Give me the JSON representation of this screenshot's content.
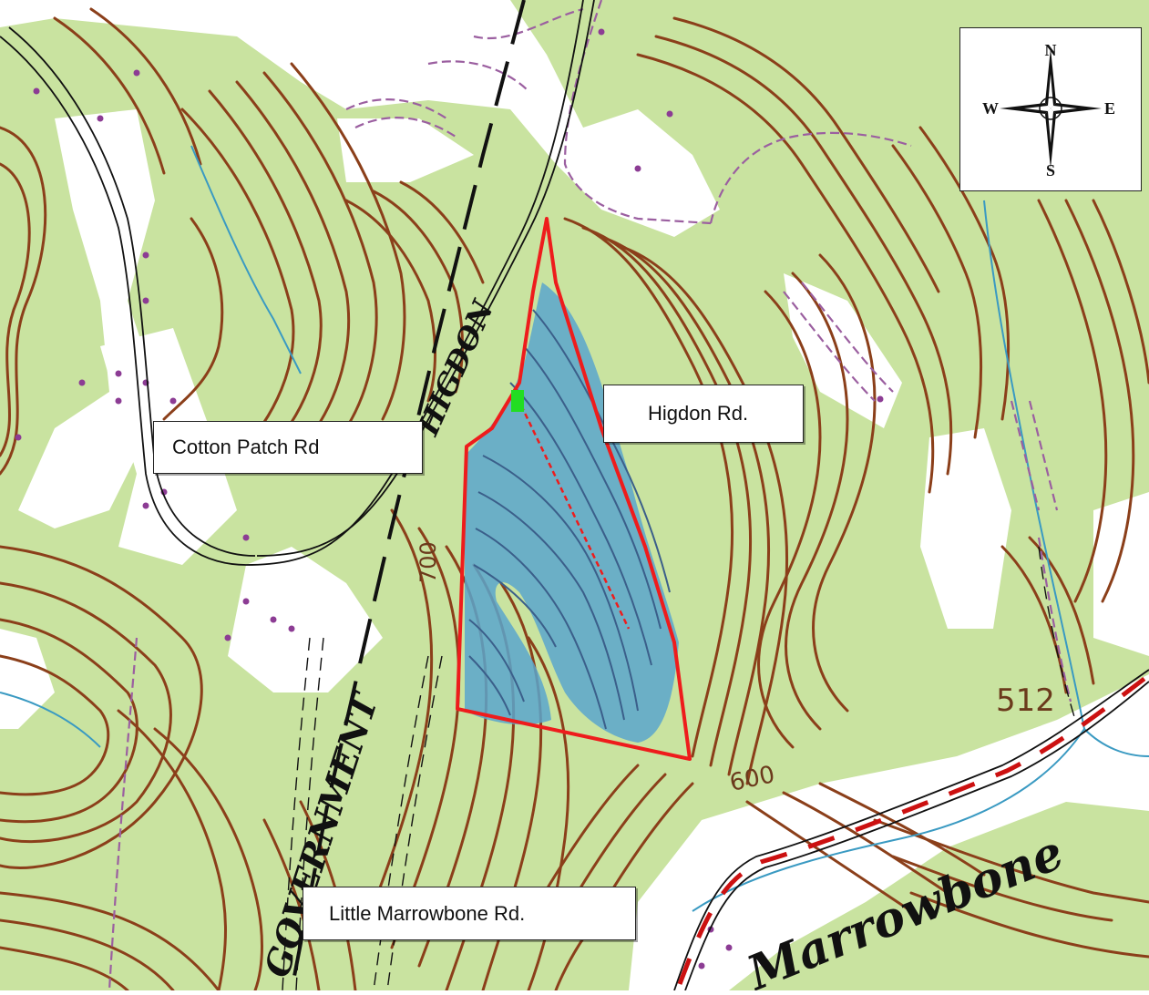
{
  "map": {
    "colors": {
      "forest_green": "#c9e3a0",
      "contour_brown": "#8b3f1a",
      "road_purple": "#9b5fa0",
      "stream_blue": "#3a9ac2",
      "property_red": "#ee1c1c",
      "pond_blue": "#5aa6cc",
      "marker_green": "#22dd22"
    },
    "labels": {
      "higdon_rd": "Higdon Rd.",
      "cotton_patch_rd": "Cotton Patch Rd",
      "little_marrowbone_rd": "Little Marrowbone  Rd."
    },
    "map_text": {
      "government": "GOVERNMENT",
      "higdon": "HIGDON",
      "marrowbone": "Marrowbone",
      "route_512": "512",
      "contour_600": "600",
      "contour_700": "700"
    },
    "compass": {
      "north": "N",
      "south": "S",
      "east": "E",
      "west": "W"
    }
  }
}
